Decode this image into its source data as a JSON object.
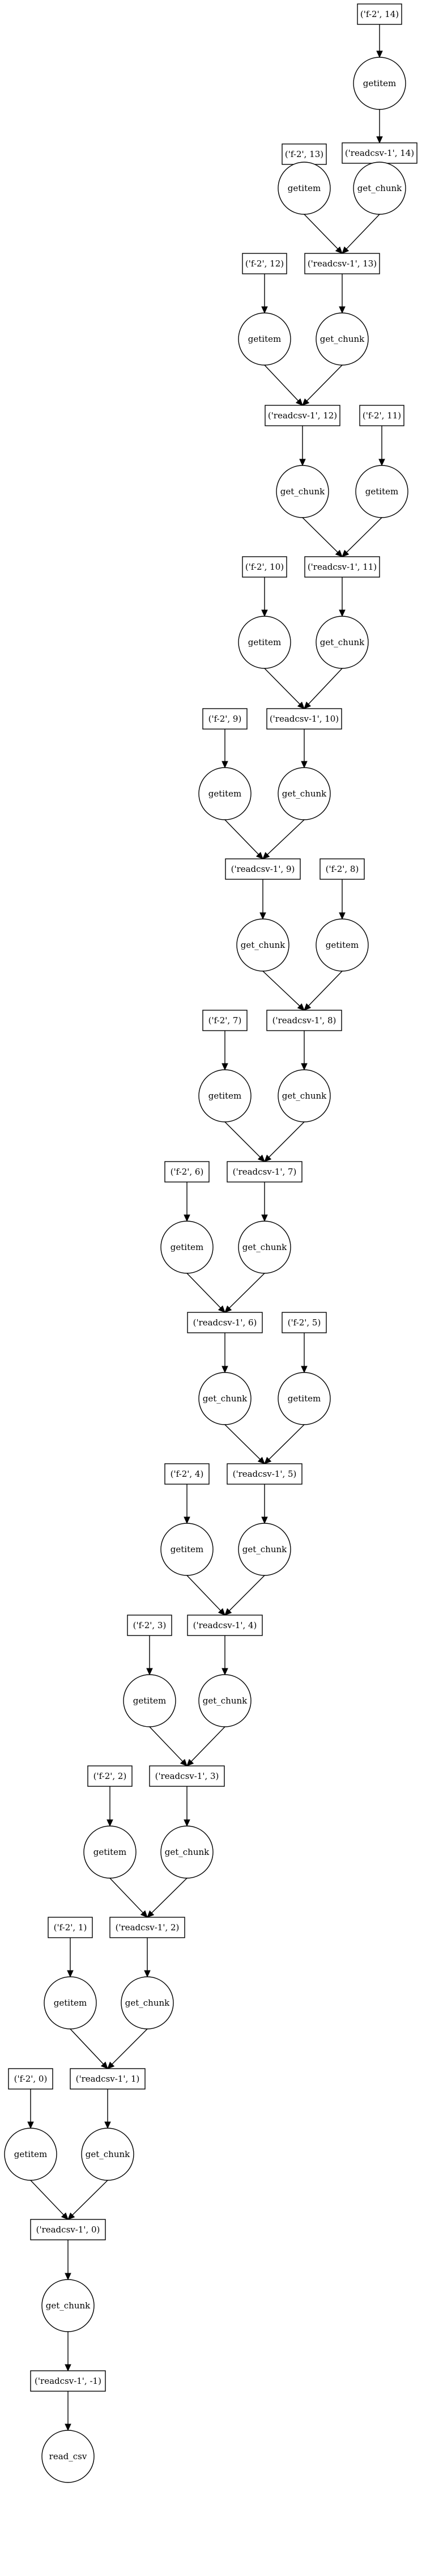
{
  "colors": {
    "stroke": "#000000",
    "fill": "#ffffff",
    "text": "#000000"
  },
  "nodes": {
    "f14": "('f-2', 14)",
    "g14": "getitem",
    "r14": "('readcsv-1', 14)",
    "f13": "('f-2', 13)",
    "g13": "getitem",
    "c13": "get_chunk",
    "r13": "('readcsv-1', 13)",
    "f12": "('f-2', 12)",
    "g12": "getitem",
    "c12": "get_chunk",
    "r12": "('readcsv-1', 12)",
    "f11": "('f-2', 11)",
    "g11": "getitem",
    "c11": "get_chunk",
    "r11": "('readcsv-1', 11)",
    "f10": "('f-2', 10)",
    "g10": "getitem",
    "c10": "get_chunk",
    "r10": "('readcsv-1', 10)",
    "f9": "('f-2', 9)",
    "g9": "getitem",
    "c9": "get_chunk",
    "r9": "('readcsv-1', 9)",
    "f8": "('f-2', 8)",
    "g8": "getitem",
    "c8": "get_chunk",
    "r8": "('readcsv-1', 8)",
    "f7": "('f-2', 7)",
    "g7": "getitem",
    "c7": "get_chunk",
    "r7": "('readcsv-1', 7)",
    "f6": "('f-2', 6)",
    "g6": "getitem",
    "c6": "get_chunk",
    "r6": "('readcsv-1', 6)",
    "f5": "('f-2', 5)",
    "g5": "getitem",
    "c5": "get_chunk",
    "r5": "('readcsv-1', 5)",
    "f4": "('f-2', 4)",
    "g4": "getitem",
    "c4": "get_chunk",
    "r4": "('readcsv-1', 4)",
    "f3": "('f-2', 3)",
    "g3": "getitem",
    "c3": "get_chunk",
    "r3": "('readcsv-1', 3)",
    "f2": "('f-2', 2)",
    "g2": "getitem",
    "c2": "get_chunk",
    "r2": "('readcsv-1', 2)",
    "f1": "('f-2', 1)",
    "g1": "getitem",
    "c1": "get_chunk",
    "r1": "('readcsv-1', 1)",
    "f0": "('f-2', 0)",
    "g0": "getitem",
    "c0": "get_chunk",
    "r0": "('readcsv-1', 0)",
    "cm1": "get_chunk",
    "rm1": "('readcsv-1', -1)",
    "rc": "read_csv"
  },
  "edges": [
    [
      "f14",
      "g14"
    ],
    [
      "g14",
      "r14"
    ],
    [
      "r14",
      "c13"
    ],
    [
      "f13",
      "g13"
    ],
    [
      "g13",
      "r13"
    ],
    [
      "c13",
      "r13"
    ],
    [
      "r13",
      "c12"
    ],
    [
      "f12",
      "g12"
    ],
    [
      "g12",
      "r12"
    ],
    [
      "c12",
      "r12"
    ],
    [
      "r12",
      "c11"
    ],
    [
      "f11",
      "g11"
    ],
    [
      "c11",
      "r11"
    ],
    [
      "g11",
      "r11"
    ],
    [
      "r11",
      "c10"
    ],
    [
      "f10",
      "g10"
    ],
    [
      "g10",
      "r10"
    ],
    [
      "c10",
      "r10"
    ],
    [
      "r10",
      "c9"
    ],
    [
      "f9",
      "g9"
    ],
    [
      "g9",
      "r9"
    ],
    [
      "c9",
      "r9"
    ],
    [
      "r9",
      "c8"
    ],
    [
      "f8",
      "g8"
    ],
    [
      "c8",
      "r8"
    ],
    [
      "g8",
      "r8"
    ],
    [
      "r8",
      "c7"
    ],
    [
      "f7",
      "g7"
    ],
    [
      "g7",
      "r7"
    ],
    [
      "c7",
      "r7"
    ],
    [
      "r7",
      "c6"
    ],
    [
      "f6",
      "g6"
    ],
    [
      "g6",
      "r6"
    ],
    [
      "c6",
      "r6"
    ],
    [
      "r6",
      "c5"
    ],
    [
      "f5",
      "g5"
    ],
    [
      "c5",
      "r5"
    ],
    [
      "g5",
      "r5"
    ],
    [
      "r5",
      "c4"
    ],
    [
      "f4",
      "g4"
    ],
    [
      "g4",
      "r4"
    ],
    [
      "c4",
      "r4"
    ],
    [
      "r4",
      "c3"
    ],
    [
      "f3",
      "g3"
    ],
    [
      "g3",
      "r3"
    ],
    [
      "c3",
      "r3"
    ],
    [
      "r3",
      "c2"
    ],
    [
      "f2",
      "g2"
    ],
    [
      "g2",
      "r2"
    ],
    [
      "c2",
      "r2"
    ],
    [
      "r2",
      "c1"
    ],
    [
      "f1",
      "g1"
    ],
    [
      "g1",
      "r1"
    ],
    [
      "c1",
      "r1"
    ],
    [
      "r1",
      "c0"
    ],
    [
      "f0",
      "g0"
    ],
    [
      "g0",
      "r0"
    ],
    [
      "c0",
      "r0"
    ],
    [
      "r0",
      "cm1"
    ],
    [
      "cm1",
      "rm1"
    ],
    [
      "rm1",
      "rc"
    ]
  ]
}
